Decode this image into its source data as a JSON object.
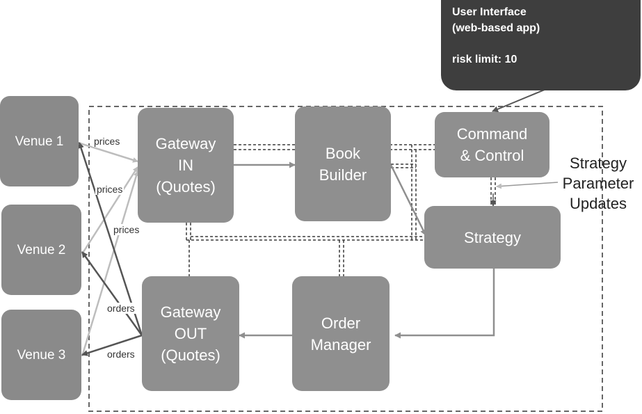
{
  "user_interface": {
    "title": "User Interface",
    "subtitle": "(web-based app)",
    "risk_limit": "risk limit: 10"
  },
  "venues": [
    {
      "label": "Venue 1"
    },
    {
      "label": "Venue 2"
    },
    {
      "label": "Venue 3"
    }
  ],
  "components": {
    "gateway_in": "Gateway\nIN\n(Quotes)",
    "book_builder": "Book\nBuilder",
    "command_control": "Command\n& Control",
    "strategy": "Strategy",
    "order_manager": "Order\nManager",
    "gateway_out": "Gateway\nOUT\n(Quotes)"
  },
  "edge_labels": {
    "prices_1": "prices",
    "prices_2": "prices",
    "prices_3": "prices",
    "orders_1": "orders",
    "orders_2": "orders"
  },
  "annotations": {
    "strategy_parameter_updates": "Strategy\nParameter\nUpdates"
  },
  "colors": {
    "ui_box": "#3e3e3e",
    "component": "#8f8f8f",
    "venue": "#8a8a8a",
    "prices_line": "#bdbdbd",
    "orders_line": "#555555",
    "flow_line": "#8f8f8f",
    "dashed": "#3a3a3a"
  }
}
